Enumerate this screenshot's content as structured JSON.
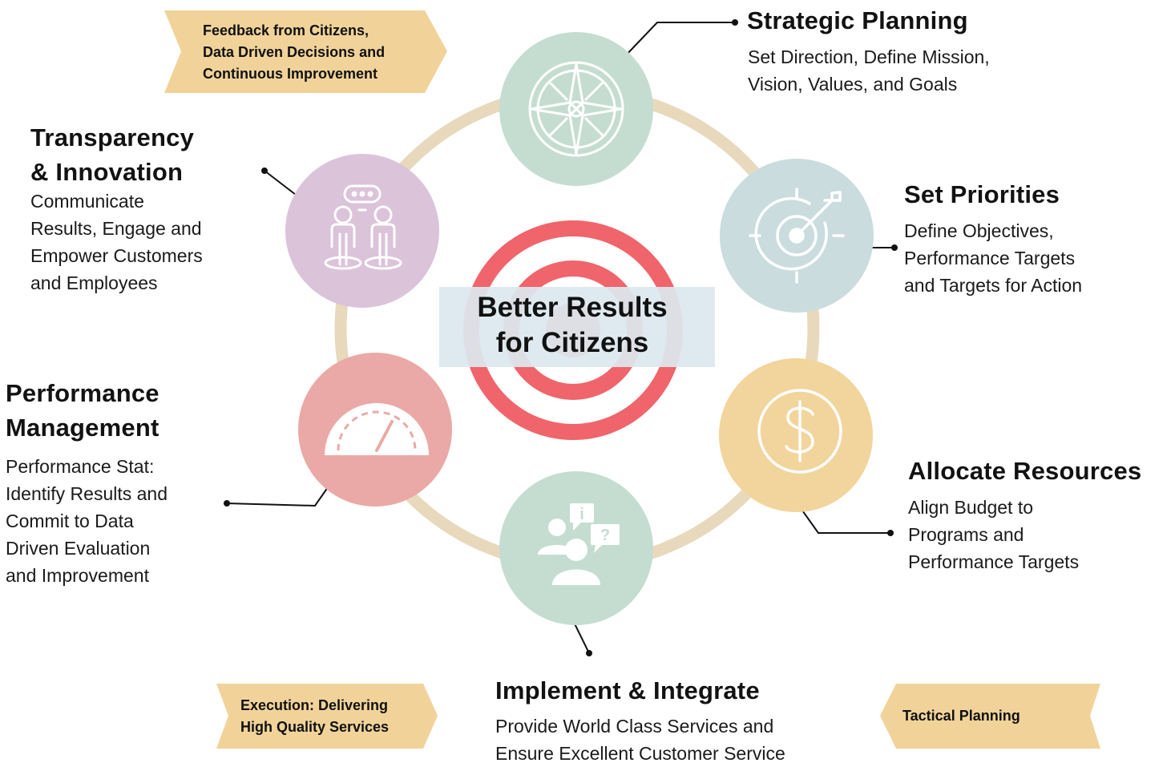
{
  "center": {
    "line1": "Better Results",
    "line2": "for Citizens"
  },
  "banners": {
    "feedback": {
      "line1": "Feedback from Citizens,",
      "line2": "Data Driven Decisions and",
      "line3": "Continuous Improvement"
    },
    "execution": {
      "line1": "Execution: Delivering",
      "line2": "High Quality Services"
    },
    "tactical": {
      "line1": "Tactical Planning"
    }
  },
  "steps": {
    "strategic_planning": {
      "title": "Strategic Planning",
      "desc1": "Set Direction, Define Mission,",
      "desc2": "Vision, Values, and Goals",
      "icon": "compass-icon"
    },
    "set_priorities": {
      "title": "Set Priorities",
      "desc1": "Define Objectives,",
      "desc2": "Performance Targets",
      "desc3": "and Targets for Action",
      "icon": "target-arrow-icon"
    },
    "allocate_resources": {
      "title": "Allocate Resources",
      "desc1": "Align Budget to",
      "desc2": "Programs and",
      "desc3": "Performance Targets",
      "icon": "dollar-icon"
    },
    "implement_integrate": {
      "title": "Implement & Integrate",
      "desc1": "Provide World Class Services and",
      "desc2": "Ensure Excellent Customer Service",
      "icon": "customer-service-icon"
    },
    "performance_management": {
      "title1": "Performance",
      "title2": "Management",
      "desc1": "Performance Stat:",
      "desc2": "Identify Results and",
      "desc3": "Commit to Data",
      "desc4": "Driven Evaluation",
      "desc5": "and Improvement",
      "icon": "gauge-icon"
    },
    "transparency_innovation": {
      "title1": "Transparency",
      "title2": "& Innovation",
      "desc1": "Communicate",
      "desc2": "Results, Engage and",
      "desc3": "Empower Customers",
      "desc4": "and Employees",
      "icon": "people-conversation-icon"
    }
  },
  "colors": {
    "ring": "#e8d9bd",
    "target_red": "#f0646b",
    "banner": "#f1d39a",
    "strategic": "#c5ddd1",
    "priorities": "#cadcdd",
    "resources": "#f2d59c",
    "implement": "#c5ddd1",
    "performance": "#eaa9a6",
    "transparency": "#dbc3da"
  }
}
